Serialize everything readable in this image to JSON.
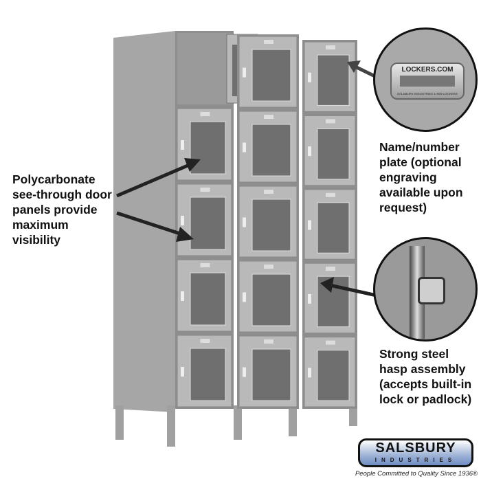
{
  "callouts": {
    "panels": "Polycarbonate\nsee-through door\npanels provide\nmaximum\nvisibility",
    "plate": "Name/number\nplate (optional\nengraving\navailable upon\nrequest)",
    "hasp": "Strong steel\nhasp assembly\n(accepts built-in\nlock or padlock)"
  },
  "plate": {
    "title": "LOCKERS.COM",
    "subtitle": "SALSBURY INDUSTRIES    1-800-LOCKERS"
  },
  "logo": {
    "name": "SALSBURY",
    "sub": "INDUSTRIES",
    "tagline": "People Committed to Quality Since 1936®"
  },
  "colors": {
    "locker": "#b9b9b9",
    "locker_dark": "#8e8e8e",
    "window": "#6f6f6f"
  }
}
